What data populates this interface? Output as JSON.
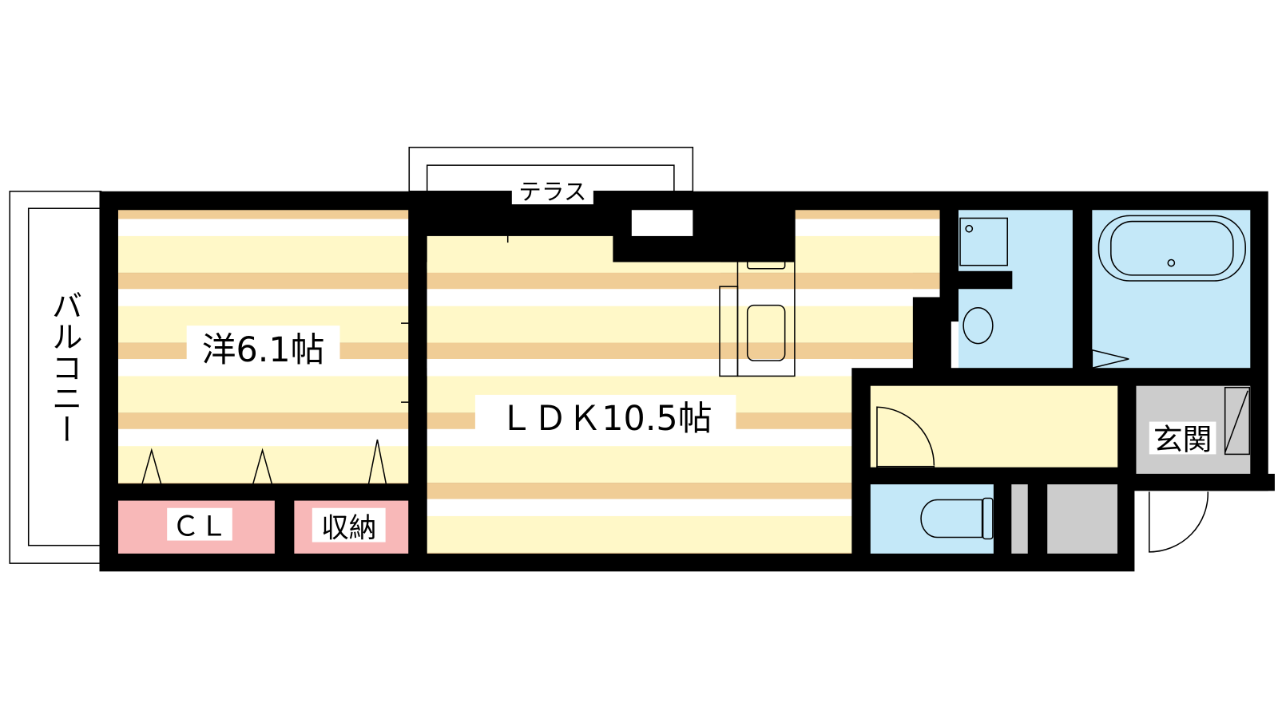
{
  "colors": {
    "wall": "#000000",
    "floor_yellow": "#fff8c8",
    "floor_orange": "#f0cd96",
    "wet_blue": "#c4e8f8",
    "closet_pink": "#f8b8b8",
    "exterior_grey": "#cccccc"
  },
  "rooms": {
    "western": "洋6.1帖",
    "ldk": "ＬＤＫ10.5帖",
    "closet": "ＣＬ",
    "storage": "収納",
    "entrance": "玄関",
    "balcony": "バルコニー",
    "terrace": "テラス"
  }
}
